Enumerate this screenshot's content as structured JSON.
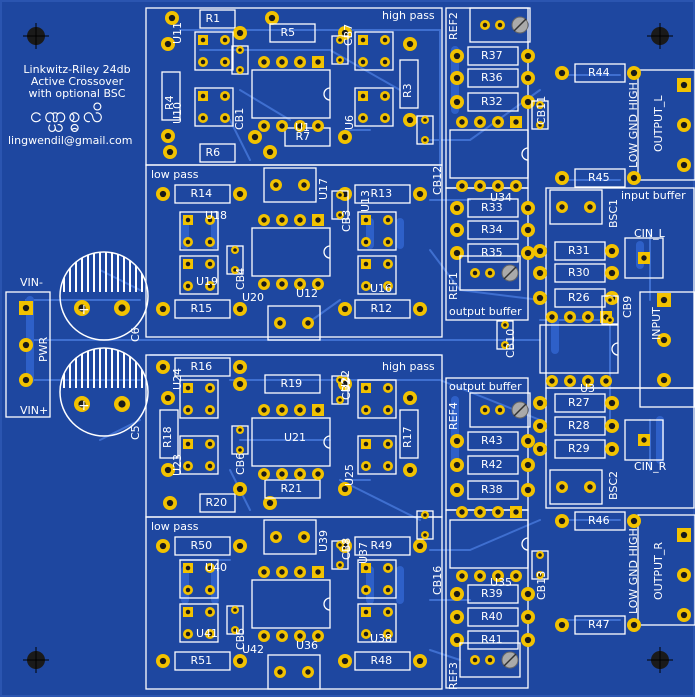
{
  "board": {
    "title_line1": "Linkwitz-Riley 24db",
    "title_line2": "Active Crossover",
    "title_line3": "with optional BSC",
    "script_text": "ငဏ္ယစ္ဓလိ",
    "email": "lingwendil@gmail.com",
    "colors": {
      "board": "#1e47a0",
      "trace": "#3f6fd0",
      "copper_pad": "#f2c200",
      "silk": "#ffffff",
      "hole": "#1a1a1a"
    }
  },
  "sections": {
    "high_pass_top": "high pass",
    "low_pass_top": "low pass",
    "high_pass_bottom": "high pass",
    "low_pass_bottom": "low pass",
    "output_buffer_1": "output buffer",
    "output_buffer_2": "output buffer",
    "input_buffer": "input buffer"
  },
  "connectors": {
    "pwr": "PWR",
    "vin_minus": "VIN-",
    "vin_plus": "VIN+",
    "input": "INPUT",
    "output_l": "OUTPUT_L",
    "output_r": "OUTPUT_R",
    "low_gnd_high": "LOW GND HIGH",
    "cin_l": "CIN_L",
    "cin_r": "CIN_R"
  },
  "resistors": [
    {
      "ref": "R1"
    },
    {
      "ref": "R5"
    },
    {
      "ref": "R4"
    },
    {
      "ref": "R3"
    },
    {
      "ref": "R6"
    },
    {
      "ref": "R7"
    },
    {
      "ref": "R14"
    },
    {
      "ref": "R13"
    },
    {
      "ref": "R15"
    },
    {
      "ref": "R12"
    },
    {
      "ref": "R16"
    },
    {
      "ref": "R19"
    },
    {
      "ref": "R18"
    },
    {
      "ref": "R17"
    },
    {
      "ref": "R20"
    },
    {
      "ref": "R21"
    },
    {
      "ref": "R50"
    },
    {
      "ref": "R49"
    },
    {
      "ref": "R51"
    },
    {
      "ref": "R48"
    },
    {
      "ref": "R37"
    },
    {
      "ref": "R36"
    },
    {
      "ref": "R32"
    },
    {
      "ref": "R33"
    },
    {
      "ref": "R34"
    },
    {
      "ref": "R35"
    },
    {
      "ref": "R43"
    },
    {
      "ref": "R42"
    },
    {
      "ref": "R38"
    },
    {
      "ref": "R39"
    },
    {
      "ref": "R40"
    },
    {
      "ref": "R41"
    },
    {
      "ref": "R44"
    },
    {
      "ref": "R45"
    },
    {
      "ref": "R31"
    },
    {
      "ref": "R30"
    },
    {
      "ref": "R26"
    },
    {
      "ref": "R27"
    },
    {
      "ref": "R28"
    },
    {
      "ref": "R29"
    },
    {
      "ref": "R46"
    },
    {
      "ref": "R47"
    }
  ],
  "ics": [
    "U1",
    "U6",
    "U10",
    "U11",
    "U17",
    "U12",
    "U13",
    "U16",
    "U18",
    "U19",
    "U20",
    "U21",
    "U22",
    "U23",
    "U24",
    "U25",
    "U36",
    "U37",
    "U38",
    "U39",
    "U40",
    "U41",
    "U42",
    "U34",
    "U35",
    "U3"
  ],
  "caps": [
    "CB7",
    "CB1",
    "CB12",
    "CB11",
    "CB3",
    "CB4",
    "CB2",
    "CB6",
    "CB8",
    "CB5",
    "CB16",
    "CB13",
    "CB10",
    "CB9",
    "C6",
    "C5",
    "BSC1",
    "BSC2",
    "REF2",
    "REF1",
    "REF4",
    "REF3"
  ]
}
